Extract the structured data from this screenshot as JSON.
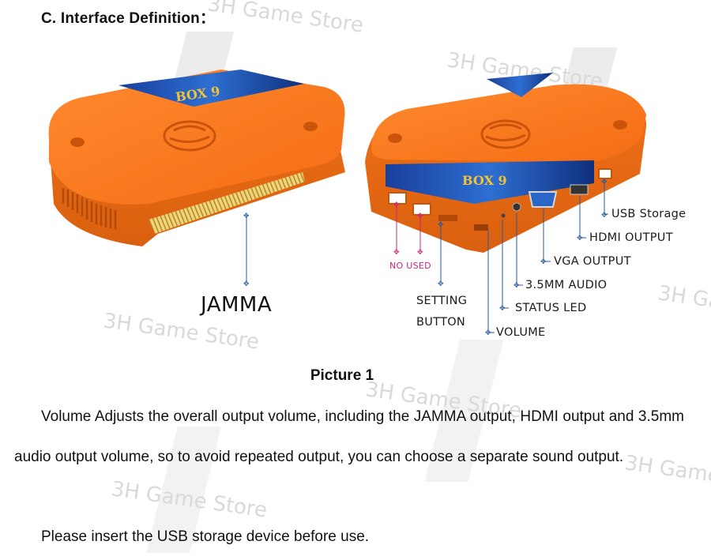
{
  "heading": "C.   Interface Definition：",
  "watermark": "3H Game Store",
  "figure": {
    "caption": "Picture 1",
    "left_device": {
      "logo_text": "BOX 9",
      "port_label": "JAMMA"
    },
    "right_device": {
      "logo_text": "BOX 9",
      "callouts": {
        "usb_storage": "USB Storage",
        "hdmi_output": "HDMI OUTPUT",
        "vga_output": "VGA OUTPUT",
        "audio_35mm": "3.5MM AUDIO",
        "status_led": "STATUS LED",
        "volume": "VOLUME",
        "setting_button_line1": "SETTING",
        "setting_button_line2": "BUTTON",
        "no_used": "NO USED"
      }
    }
  },
  "paragraphs": [
    "Volume Adjusts the overall output volume, including the JAMMA output, HDMI output and 3.5mm audio output volume, so to avoid repeated output, you can choose a separate sound output.",
    "Please insert the USB storage device before use."
  ],
  "colors": {
    "device_orange": "#f7771f",
    "device_orange_dark": "#e1620f",
    "callout_line": "#2a5aa0",
    "no_used_pink": "#d0247a",
    "gold_pins": "#d8b24a"
  }
}
